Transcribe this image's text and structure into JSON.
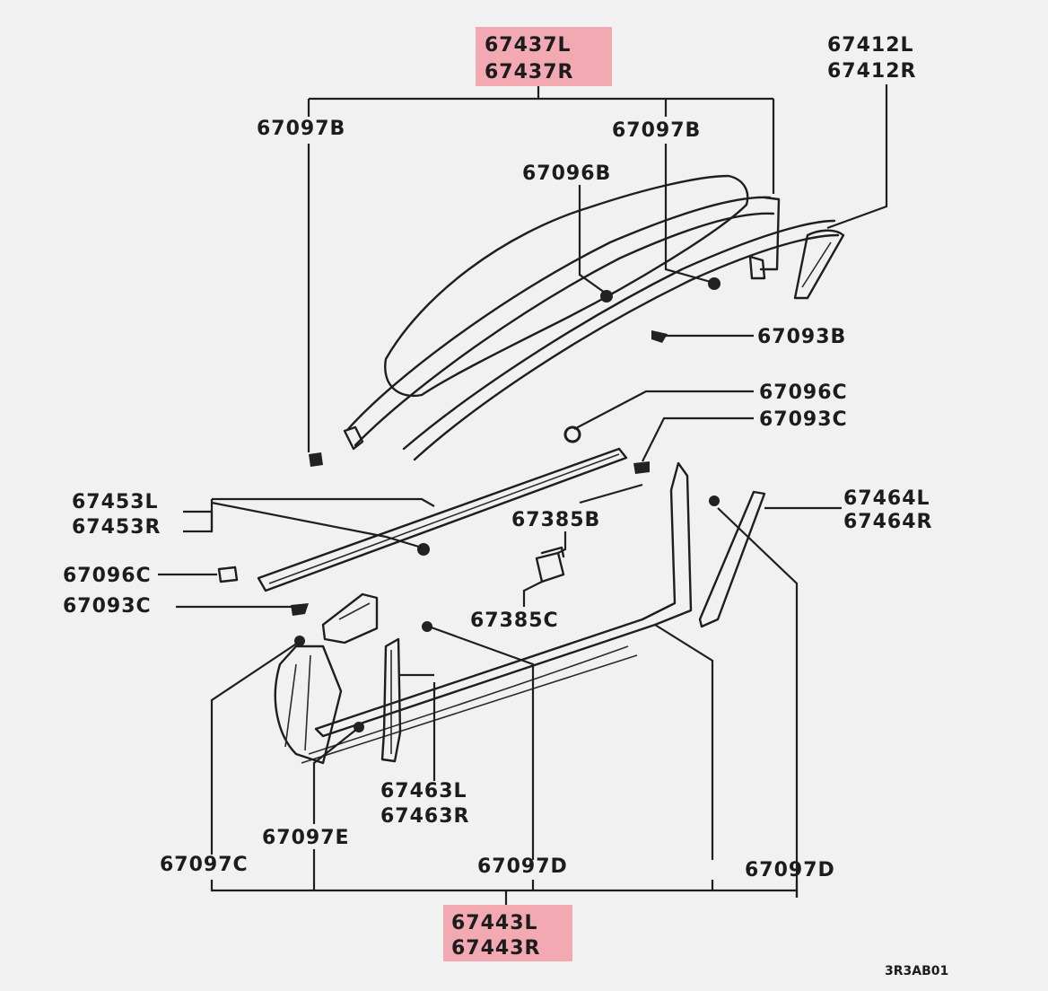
{
  "diagram": {
    "background": "#f1f1f2",
    "highlight_color": "#f2a9b2",
    "labels": {
      "glass_top_l": "67437L",
      "glass_top_r": "67437R",
      "wst_l": "67412L",
      "wst_r": "67412R",
      "clip_b_left": "67097B",
      "clip_b_mid": "67097B",
      "clip_96b": "67096B",
      "screw_93b": "67093B",
      "clip_96c_right": "67096C",
      "screw_93c_right": "67093C",
      "belt_l": "67453L",
      "belt_r": "67453R",
      "spacer_85b": "67385B",
      "wst_rear_l": "67464L",
      "wst_rear_r": "67464R",
      "clip_96c_left": "67096C",
      "screw_93c_left": "67093C",
      "spacer_85c": "67385C",
      "strip_63l": "67463L",
      "strip_63r": "67463R",
      "clip_97e": "67097E",
      "clip_97c": "67097C",
      "clip_97d_mid": "67097D",
      "clip_97d_right": "67097D",
      "bottom_l": "67443L",
      "bottom_r": "67443R",
      "diagram_code": "3R3AB01"
    }
  }
}
